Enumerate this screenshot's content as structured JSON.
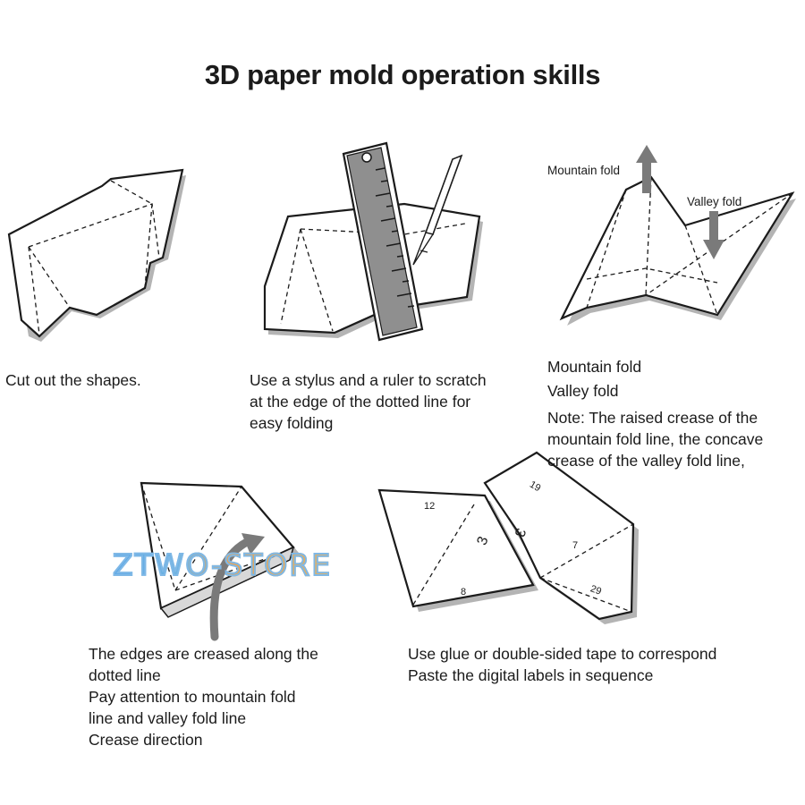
{
  "title": "3D paper mold operation skills",
  "steps": {
    "cut": {
      "caption": "Cut out the shapes."
    },
    "scratch": {
      "caption_lines": [
        "Use a stylus and a ruler to scratch",
        "at the edge of the dotted line for",
        "easy folding"
      ]
    },
    "folds": {
      "diagram_label_mountain": "Mountain fold",
      "diagram_label_valley": "Valley fold",
      "legend_mountain": "Mountain fold",
      "legend_valley": "Valley fold",
      "note_lines": [
        "Note: The raised crease of the",
        "mountain fold line, the concave",
        "crease of the valley fold line,"
      ]
    },
    "crease": {
      "caption_lines": [
        "The edges are creased along the",
        "dotted line",
        "Pay attention to mountain fold",
        "line and valley fold line",
        "Crease direction"
      ]
    },
    "glue": {
      "piece_numbers": [
        "12",
        "3",
        "8",
        "19",
        "3",
        "7",
        "29"
      ],
      "caption_lines": [
        "Use glue or double-sided tape to correspond",
        "Paste the digital labels in sequence"
      ]
    }
  },
  "watermark": "ZTWO-STORE",
  "colors": {
    "line": "#1b1b1b",
    "shadow": "#b4b4b4",
    "arrow": "#7a7a7a",
    "ruler": "#8f8f8f"
  }
}
